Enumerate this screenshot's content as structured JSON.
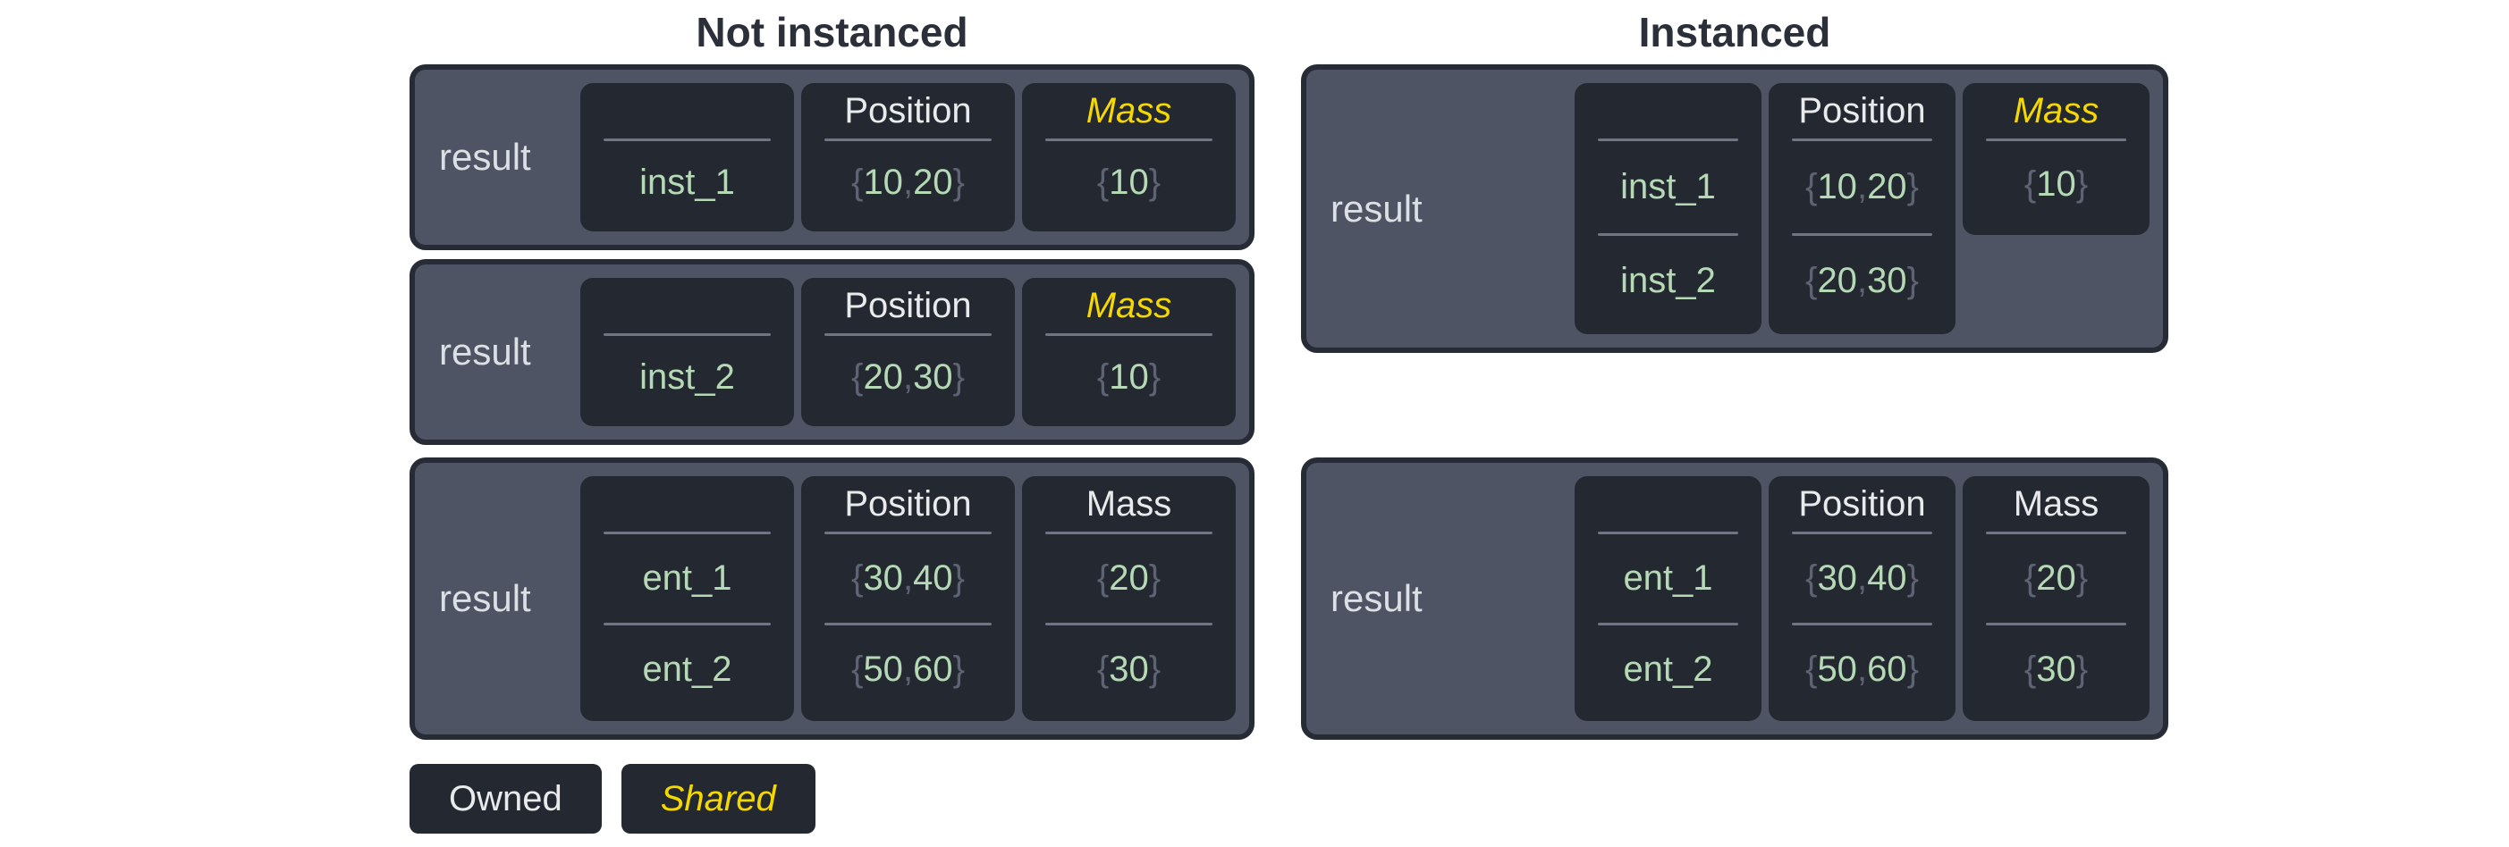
{
  "colors": {
    "page_bg": "#ffffff",
    "title_text": "#2a2f3a",
    "panel_fill": "#4e5464",
    "panel_border": "#262b35",
    "cell_bg": "#242831",
    "owned_text": "#e8eaec",
    "result_text": "#dcdfe4",
    "shared_text": "#f5d800",
    "value_green": "#b5d9b5",
    "brace_gray": "#5d6373",
    "divider": "#6f7587"
  },
  "syntax": {
    "open": "{",
    "separator": ", ",
    "close": "}"
  },
  "legend": {
    "owned_label": "Owned",
    "shared_label": "Shared"
  },
  "not_instanced": {
    "title": "Not instanced",
    "boxes": [
      {
        "label": "result",
        "headers": {
          "name": "",
          "position": "Position",
          "mass": "Mass"
        },
        "rows": [
          {
            "name": "inst_1",
            "px": "10",
            "py": "20",
            "mass": "10"
          }
        ]
      },
      {
        "label": "result",
        "headers": {
          "name": "",
          "position": "Position",
          "mass": "Mass"
        },
        "rows": [
          {
            "name": "inst_2",
            "px": "20",
            "py": "30",
            "mass": "10"
          }
        ]
      },
      {
        "label": "result",
        "headers": {
          "name": "",
          "position": "Position",
          "mass": "Mass"
        },
        "rows": [
          {
            "name": "ent_1",
            "px": "30",
            "py": "40",
            "mass": "20"
          },
          {
            "name": "ent_2",
            "px": "50",
            "py": "60",
            "mass": "30"
          }
        ]
      }
    ]
  },
  "instanced": {
    "title": "Instanced",
    "boxes": [
      {
        "label": "result",
        "headers": {
          "name": "",
          "position": "Position",
          "mass": "Mass"
        },
        "rows": [
          {
            "name": "inst_1",
            "px": "10",
            "py": "20"
          },
          {
            "name": "inst_2",
            "px": "20",
            "py": "30"
          }
        ],
        "shared_mass": "10"
      },
      {
        "label": "result",
        "headers": {
          "name": "",
          "position": "Position",
          "mass": "Mass"
        },
        "rows": [
          {
            "name": "ent_1",
            "px": "30",
            "py": "40",
            "mass": "20"
          },
          {
            "name": "ent_2",
            "px": "50",
            "py": "60",
            "mass": "30"
          }
        ]
      }
    ]
  }
}
